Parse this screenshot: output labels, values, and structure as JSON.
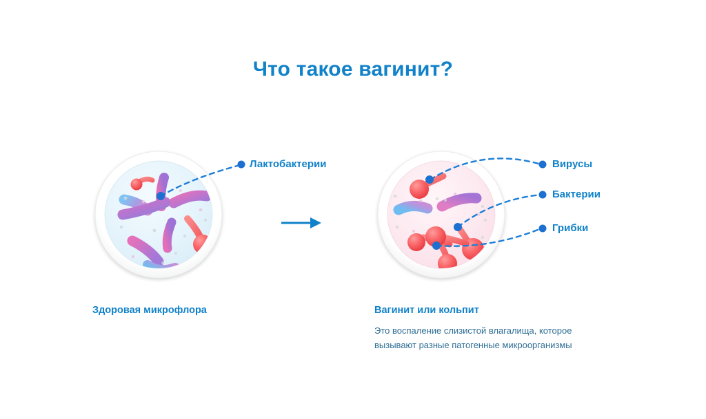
{
  "page": {
    "background_color": "#ffffff",
    "accent_color": "#1182c9",
    "text_color": "#2e6d95"
  },
  "header": {
    "title": "Что такое вагинит?"
  },
  "diagram": {
    "type": "comparison",
    "transition_icon": "arrow-right-icon",
    "panels": [
      {
        "id": "healthy",
        "caption": "Здоровая микрофлора",
        "description": "",
        "dish_fill": "#e8f5fc",
        "dish_rim": "#f2f2f2",
        "organisms": "purple-magenta rod bacteria (lactobacilli), a few red bud shapes",
        "callouts": [
          {
            "id": "lacto",
            "label": "Лактобактерии",
            "dot_color": "#1d6fd0"
          }
        ]
      },
      {
        "id": "vaginitis",
        "caption": "Вагинит или кольпит",
        "description": "Это воспаление слизистой влагалища, которое вызывают разные патогенные микроорганизмы",
        "dish_fill": "#fdeaf0",
        "dish_rim": "#f2f2f2",
        "organisms": "red branching fungal hyphae with round heads, purple bacterium, blue virus",
        "callouts": [
          {
            "id": "virus",
            "label": "Вирусы",
            "dot_color": "#1d6fd0"
          },
          {
            "id": "bacteria",
            "label": "Бактерии",
            "dot_color": "#1d6fd0"
          },
          {
            "id": "fungi",
            "label": "Грибки",
            "dot_color": "#1d6fd0"
          }
        ]
      }
    ]
  }
}
